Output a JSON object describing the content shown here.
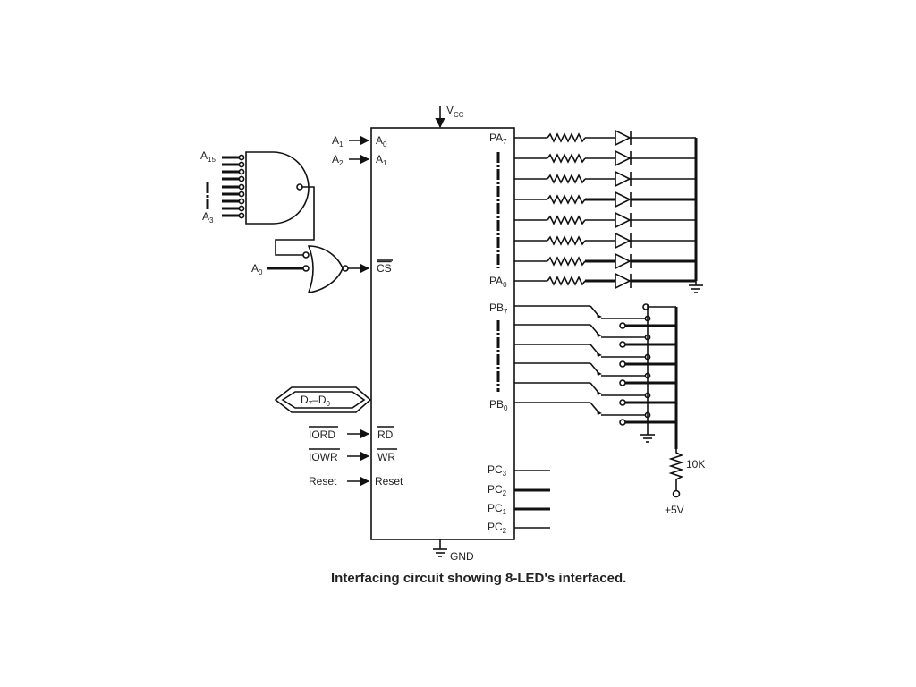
{
  "chip": {
    "vcc": {
      "main": "V",
      "sub": "CC"
    },
    "gnd": "GND",
    "inputs": [
      {
        "ext_main": "A",
        "ext_sub": "1",
        "pin_main": "A",
        "pin_sub": "0"
      },
      {
        "ext_main": "A",
        "ext_sub": "2",
        "pin_main": "A",
        "pin_sub": "1"
      }
    ],
    "cs": "CS",
    "bus": {
      "main_a": "D",
      "sub_a": "7",
      "dash": "–",
      "main_b": "D",
      "sub_b": "0"
    },
    "control": [
      {
        "ext": "IORD",
        "pin": "RD"
      },
      {
        "ext": "IOWR",
        "pin": "WR"
      },
      {
        "ext": "Reset",
        "pin": "Reset"
      }
    ],
    "port_a": {
      "top": {
        "main": "PA",
        "sub": "7"
      },
      "bottom": {
        "main": "PA",
        "sub": "0"
      }
    },
    "port_b": {
      "top": {
        "main": "PB",
        "sub": "7"
      },
      "bottom": {
        "main": "PB",
        "sub": "0"
      }
    },
    "port_c": [
      {
        "main": "PC",
        "sub": "3"
      },
      {
        "main": "PC",
        "sub": "2"
      },
      {
        "main": "PC",
        "sub": "1"
      },
      {
        "main": "PC",
        "sub": "2"
      }
    ]
  },
  "decoder": {
    "a15": {
      "main": "A",
      "sub": "15"
    },
    "a3": {
      "main": "A",
      "sub": "3"
    },
    "a0": {
      "main": "A",
      "sub": "0"
    }
  },
  "pullup": {
    "resistor": "10K",
    "supply": "+5V"
  },
  "caption": "Interfacing circuit showing 8-LED's interfaced."
}
